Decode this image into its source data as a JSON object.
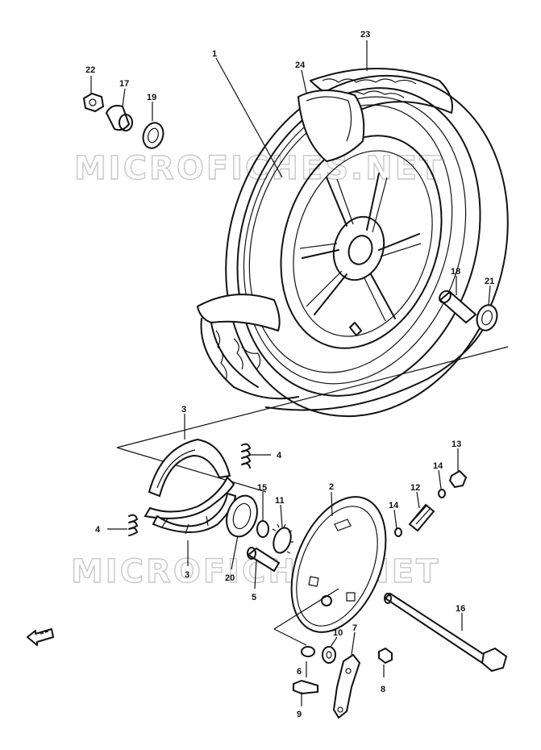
{
  "watermark": {
    "top": "MICROFICHES.NET",
    "bottom": "MICROFICHES.NET"
  },
  "parts": [
    {
      "id": "p1",
      "label": "1"
    },
    {
      "id": "p2",
      "label": "2"
    },
    {
      "id": "p3a",
      "label": "3"
    },
    {
      "id": "p3b",
      "label": "3"
    },
    {
      "id": "p4a",
      "label": "4"
    },
    {
      "id": "p4b",
      "label": "4"
    },
    {
      "id": "p5",
      "label": "5"
    },
    {
      "id": "p6",
      "label": "6"
    },
    {
      "id": "p7",
      "label": "7"
    },
    {
      "id": "p8",
      "label": "8"
    },
    {
      "id": "p9",
      "label": "9"
    },
    {
      "id": "p10",
      "label": "10"
    },
    {
      "id": "p11",
      "label": "11"
    },
    {
      "id": "p12",
      "label": "12"
    },
    {
      "id": "p13",
      "label": "13"
    },
    {
      "id": "p14a",
      "label": "14"
    },
    {
      "id": "p14b",
      "label": "14"
    },
    {
      "id": "p15",
      "label": "15"
    },
    {
      "id": "p16",
      "label": "16"
    },
    {
      "id": "p17",
      "label": "17"
    },
    {
      "id": "p18",
      "label": "18"
    },
    {
      "id": "p19",
      "label": "19"
    },
    {
      "id": "p20",
      "label": "20"
    },
    {
      "id": "p21",
      "label": "21"
    },
    {
      "id": "p22",
      "label": "22"
    },
    {
      "id": "p23",
      "label": "23"
    },
    {
      "id": "p24",
      "label": "24"
    }
  ],
  "icons": {
    "front_arrow": "front-direction-arrow-icon"
  }
}
